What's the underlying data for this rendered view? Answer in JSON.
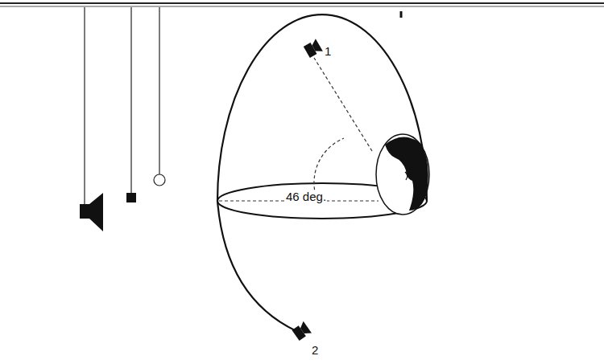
{
  "diagram": {
    "labels": [
      "1",
      "46 deg.",
      "2"
    ]
  }
}
